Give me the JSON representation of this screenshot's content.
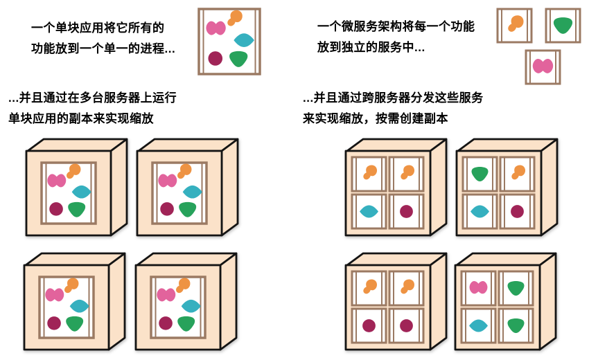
{
  "colors": {
    "pink": "#e2639c",
    "orange": "#ee9343",
    "teal": "#35b0bf",
    "maroon": "#a02457",
    "green": "#27a25b",
    "face": "#fbe2c9",
    "frame": "#9b7a63",
    "outline": "#141414"
  },
  "texts": {
    "monolith_intro_line1": "一个单块应用将它所有的",
    "monolith_intro_line2": "功能放到一个单一的进程...",
    "micro_intro_line1": "一个微服务架构将每一个功能",
    "micro_intro_line2": "放到独立的服务中...",
    "monolith_scale_line1": "...并且通过在多台服务器上运行",
    "monolith_scale_line2": "单块应用的副本来实现缩放",
    "micro_scale_line1": "...并且通过跨服务器分发这些服务",
    "micro_scale_line2": "来实现缩放，按需创建副本"
  },
  "monolith_app": {
    "shapes": [
      "pink-blob",
      "orange-blob",
      "teal-diamond",
      "maroon-circle",
      "green-triangle"
    ]
  },
  "micro_services": [
    {
      "shape": "orange-blob"
    },
    {
      "shape": "green-triangle"
    },
    {
      "shape": "pink-blob"
    }
  ],
  "monolith_servers": [
    {
      "shapes": [
        "pink-blob",
        "orange-blob",
        "teal-diamond",
        "maroon-circle",
        "green-triangle"
      ]
    },
    {
      "shapes": [
        "pink-blob",
        "orange-blob",
        "teal-diamond",
        "maroon-circle",
        "green-triangle"
      ]
    },
    {
      "shapes": [
        "pink-blob",
        "orange-blob",
        "teal-diamond",
        "maroon-circle",
        "green-triangle"
      ]
    },
    {
      "shapes": [
        "pink-blob",
        "orange-blob",
        "teal-diamond",
        "maroon-circle",
        "green-triangle"
      ]
    }
  ],
  "micro_servers": [
    {
      "cells": [
        "orange-blob",
        "orange-blob",
        "teal-diamond",
        "maroon-circle"
      ]
    },
    {
      "cells": [
        "green-triangle",
        "orange-blob",
        "teal-diamond",
        "maroon-circle"
      ]
    },
    {
      "cells": [
        "orange-blob",
        "orange-blob",
        "maroon-circle",
        "maroon-circle"
      ]
    },
    {
      "cells": [
        "pink-blob",
        "green-triangle",
        "teal-diamond",
        "green-triangle"
      ]
    }
  ]
}
